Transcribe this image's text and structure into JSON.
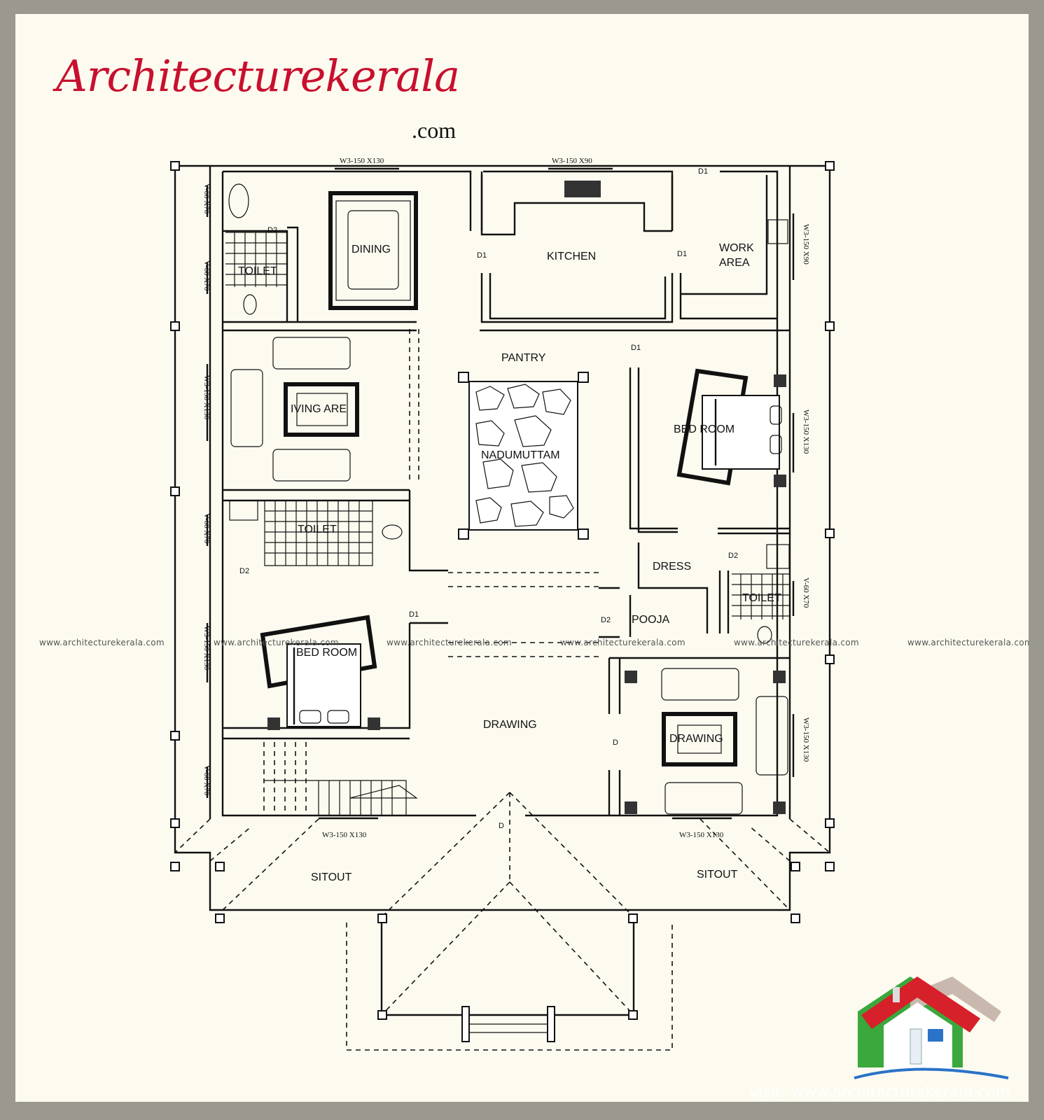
{
  "brand": {
    "logo_text": "Architecturekerala",
    "logo_suffix": ".com"
  },
  "footer": {
    "visit_text": "visit: www.architecturekerala.com"
  },
  "watermark": "www.architecturekerala.com",
  "rooms": {
    "dining": "DINING",
    "kitchen": "KITCHEN",
    "work_area_1": "WORK",
    "work_area_2": "AREA",
    "toilet_top": "TOILET",
    "living_area": "IVING ARE",
    "pantry": "PANTRY",
    "nadumuttam": "NADUMUTTAM",
    "bedroom_right": "BED ROOM",
    "toilet_mid": "TOILET",
    "dress": "DRESS",
    "toilet_right": "TOILET",
    "pooja": "POOJA",
    "bedroom_left": "BED ROOM",
    "drawing_hall": "DRAWING",
    "drawing_set": "DRAWING",
    "sitout_left": "SITOUT",
    "sitout_right": "SITOUT"
  },
  "doors": {
    "d1_top": "D1",
    "d1_kitchen_left": "D1",
    "d1_kitchen_right": "D1",
    "d1_pantry": "D1",
    "d2_toilet_top": "D2",
    "d2_toilet_mid": "D2",
    "d2_toilet_right": "D2",
    "d1_bed_left": "D1",
    "d2_pooja": "D2",
    "d_drawing": "D",
    "d_main": "D"
  },
  "windows": {
    "w_top_left": "W3-150 X130",
    "w_top_kitchen": "W3-150 X90",
    "w_right_work": "W3-150 X90",
    "w_right_bed": "W3-150 X130",
    "w_right_toilet": "V-60 X70",
    "w_right_drawing": "W3-150 X130",
    "w_left_1": "V-60 X70",
    "w_left_2": "V-60 X70",
    "w_left_living": "W3-150 X130",
    "w_left_toilet": "V-60 X70",
    "w_left_bed": "W3-150 X130",
    "w_left_stair": "V-60 X70",
    "w_bottom_left": "W3-150 X130",
    "w_bottom_right": "W3-150 X130"
  },
  "colors": {
    "logo_red": "#c8102e",
    "sheet": "#fdfbf0",
    "frame": "#9b9890",
    "house_red": "#d6202a",
    "house_green": "#3aa83c"
  }
}
